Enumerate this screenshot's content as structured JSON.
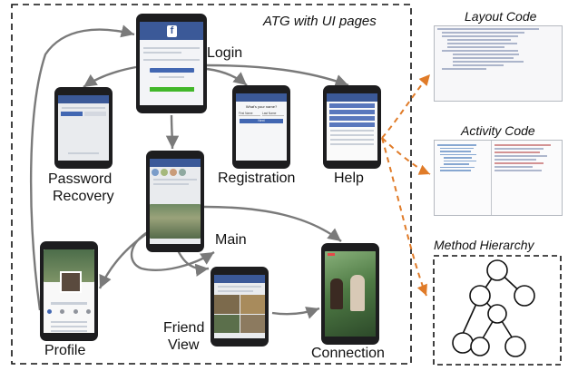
{
  "title": "ATG with UI pages",
  "pages": {
    "login": "Login",
    "password_recovery_1": "Password",
    "password_recovery_2": "Recovery",
    "registration": "Registration",
    "help": "Help",
    "main": "Main",
    "profile": "Profile",
    "friend_view_1": "Friend",
    "friend_view_2": "View",
    "connection": "Connection"
  },
  "artifacts": {
    "layout_code": "Layout Code",
    "activity_code": "Activity Code",
    "method_hierarchy": "Method Hierarchy"
  },
  "phone_text": {
    "registration_header": "What's your name?",
    "registration_first": "First Name",
    "registration_last": "Last Name",
    "registration_next": "Next"
  },
  "colors": {
    "atg_arrow": "#7a7a7a",
    "artifact_arrow": "#e07b28",
    "facebook_blue": "#3b5998"
  }
}
